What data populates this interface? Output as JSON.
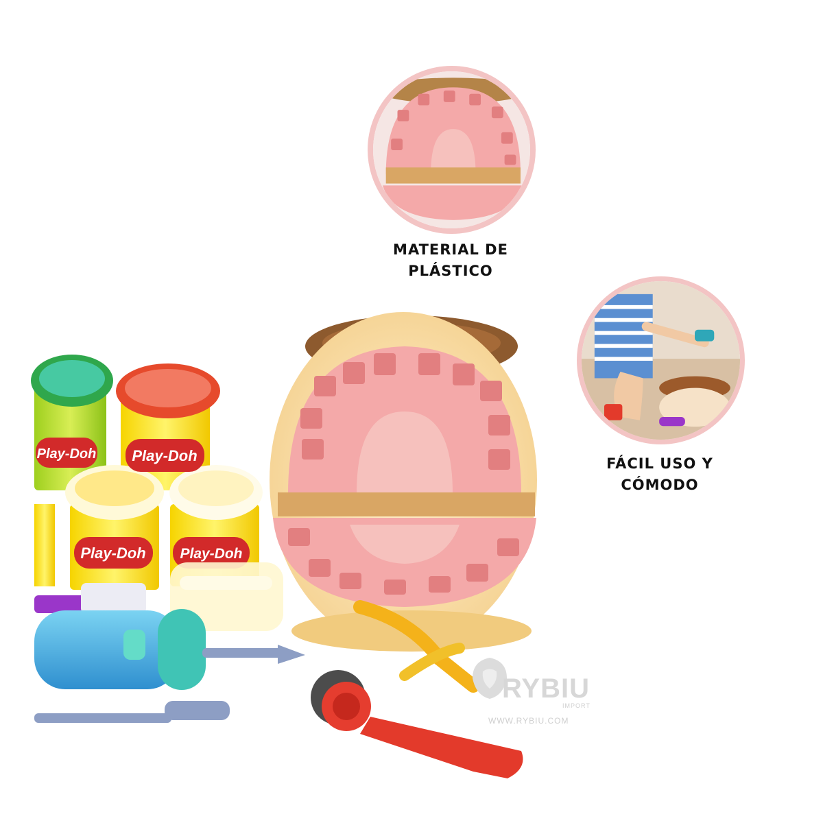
{
  "callouts": [
    {
      "line1": "MATERIAL DE",
      "line2": "PLÁSTICO"
    },
    {
      "line1": "FÁCIL USO Y",
      "line2": "CÓMODO"
    }
  ],
  "cans": {
    "brand_text": "Play-Doh"
  },
  "watermark": {
    "brand": "RYBIU",
    "sub": "IMPORT",
    "url": "WWW.RYBIU.COM"
  },
  "colors": {
    "accent_ring": "#f3c4c4",
    "gum_pink": "#f4a9a9",
    "tray_peach": "#f6d9a8"
  }
}
